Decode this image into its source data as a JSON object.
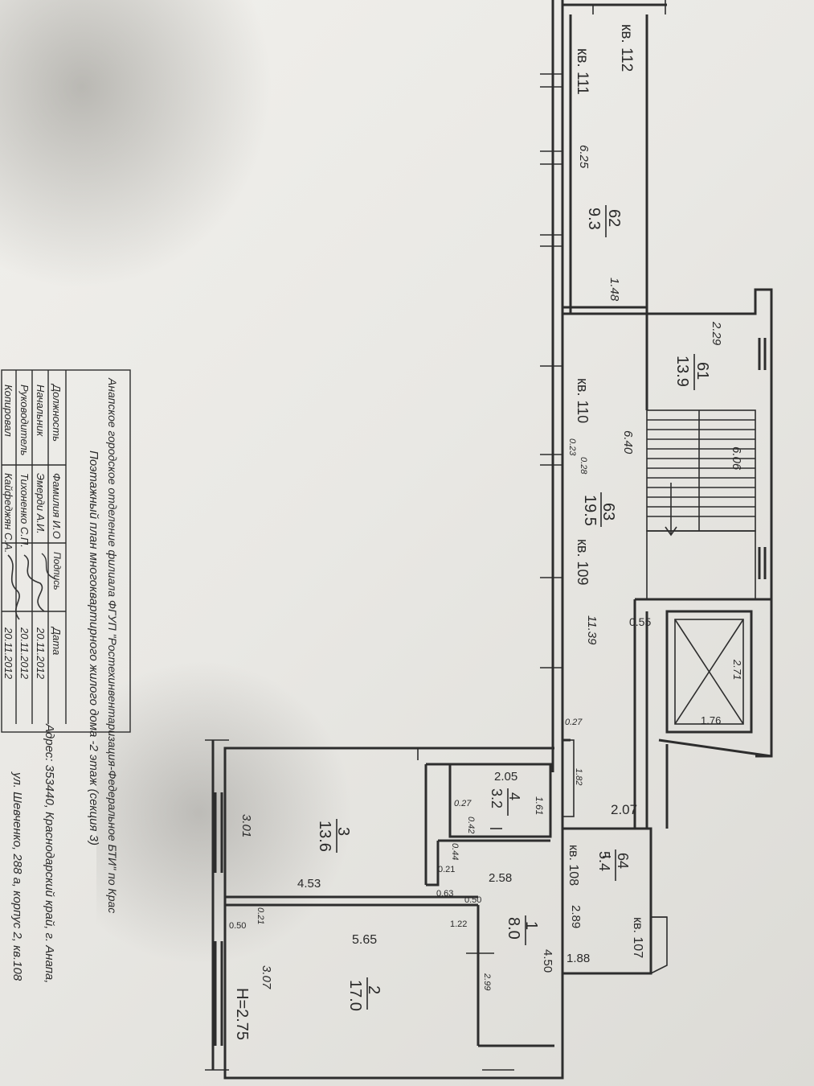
{
  "floor_plan": {
    "apartment_labels": [
      "кв. 112",
      "кв. 111",
      "кв. 110",
      "кв. 109",
      "кв. 108",
      "кв. 107"
    ],
    "rooms": [
      {
        "number": "62",
        "area": "9.3"
      },
      {
        "number": "61",
        "area": "13.9"
      },
      {
        "number": "63",
        "area": "19.5"
      },
      {
        "number": "64",
        "area": "5.4"
      },
      {
        "number": "4",
        "area": "3.2"
      },
      {
        "number": "3",
        "area": "13.6"
      },
      {
        "number": "1",
        "area": "8.0"
      },
      {
        "number": "2",
        "area": "17.0"
      }
    ],
    "dimensions": [
      "6.25",
      "1.48",
      "2.29",
      "6.40",
      "6.06",
      "0.23",
      "0.28",
      "11.39",
      "0.55",
      "2.71",
      "1.76",
      "0.27",
      "1.82",
      "2.07",
      "2.05",
      "1.61",
      "0.27",
      "0.42",
      "3.01",
      "0.44",
      "0.21",
      "2.58",
      "4.53",
      "0.63",
      "0.50",
      "2.89",
      "4.50",
      "1.88",
      "0.21",
      "0.50",
      "1.22",
      "5.65",
      "3.07",
      "2.99"
    ],
    "height_note": "H=2.75"
  },
  "title_block": {
    "org": "Анапское городское отделение филиала ФГУП \"Ростехинвентаризация-Федеральное БТИ\" по Крас",
    "plan_title": "Поэтажный план многоквартирного жилого дома -2 этаж (секция 3)",
    "address_line1": "Адрес: 353440, Краснодарский край, г. Анапа,",
    "address_line2": "ул. Шевченко, 288 а, корпус 2, кв.108",
    "headers": [
      "Должность",
      "Фамилия И.О",
      "Подпись",
      "Дата"
    ],
    "rows": [
      [
        "Начальник",
        "Эмерди А.И.",
        "",
        "20.11.2012"
      ],
      [
        "Руководитель",
        "Тихоненко С.П.",
        "",
        "20.11.2012"
      ],
      [
        "Копировал",
        "Кайфеджян С.А.",
        "",
        "20.11.2012"
      ]
    ]
  }
}
